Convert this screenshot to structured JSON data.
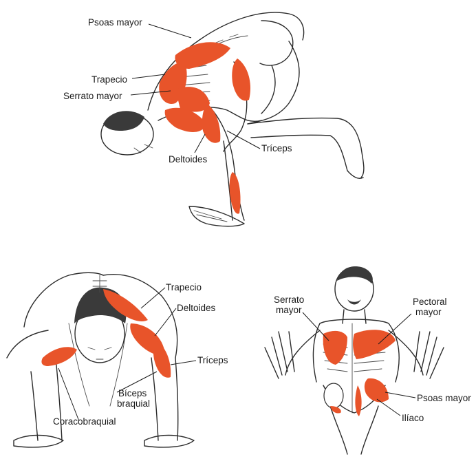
{
  "colors": {
    "muscle": "#e8542a",
    "muscle_dark": "#c63b18",
    "ink": "#2b2b2b",
    "hair": "#3a3a3a",
    "background": "#ffffff"
  },
  "figure_top": {
    "labels": {
      "psoas": "Psoas mayor",
      "trapecio": "Trapecio",
      "serrato": "Serrato mayor",
      "deltoides": "Deltoides",
      "triceps": "Tríceps"
    }
  },
  "figure_bottom_left": {
    "labels": {
      "trapecio": "Trapecio",
      "deltoides": "Deltoides",
      "triceps": "Tríceps",
      "biceps_line1": "Bíceps",
      "biceps_line2": "braquial",
      "coracobraquial": "Coracobraquial"
    }
  },
  "figure_bottom_right": {
    "labels": {
      "serrato_line1": "Serrato",
      "serrato_line2": "mayor",
      "pectoral_line1": "Pectoral",
      "pectoral_line2": "mayor",
      "psoas": "Psoas mayor",
      "iliaco": "Ilíaco"
    }
  }
}
